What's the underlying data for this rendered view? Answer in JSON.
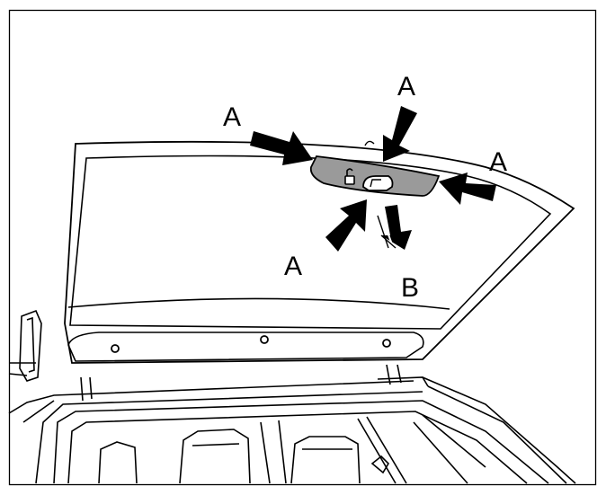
{
  "labels": {
    "a_left": "A",
    "a_top": "A",
    "a_right": "A",
    "a_bottom": "A",
    "b": "B"
  },
  "colors": {
    "line": "#000000",
    "lamp_fill": "#9a9a9a",
    "background": "#ffffff"
  },
  "icons": {
    "lamp_left_symbol": "door-lock-icon",
    "lamp_right_symbol": "car-door-icon"
  }
}
